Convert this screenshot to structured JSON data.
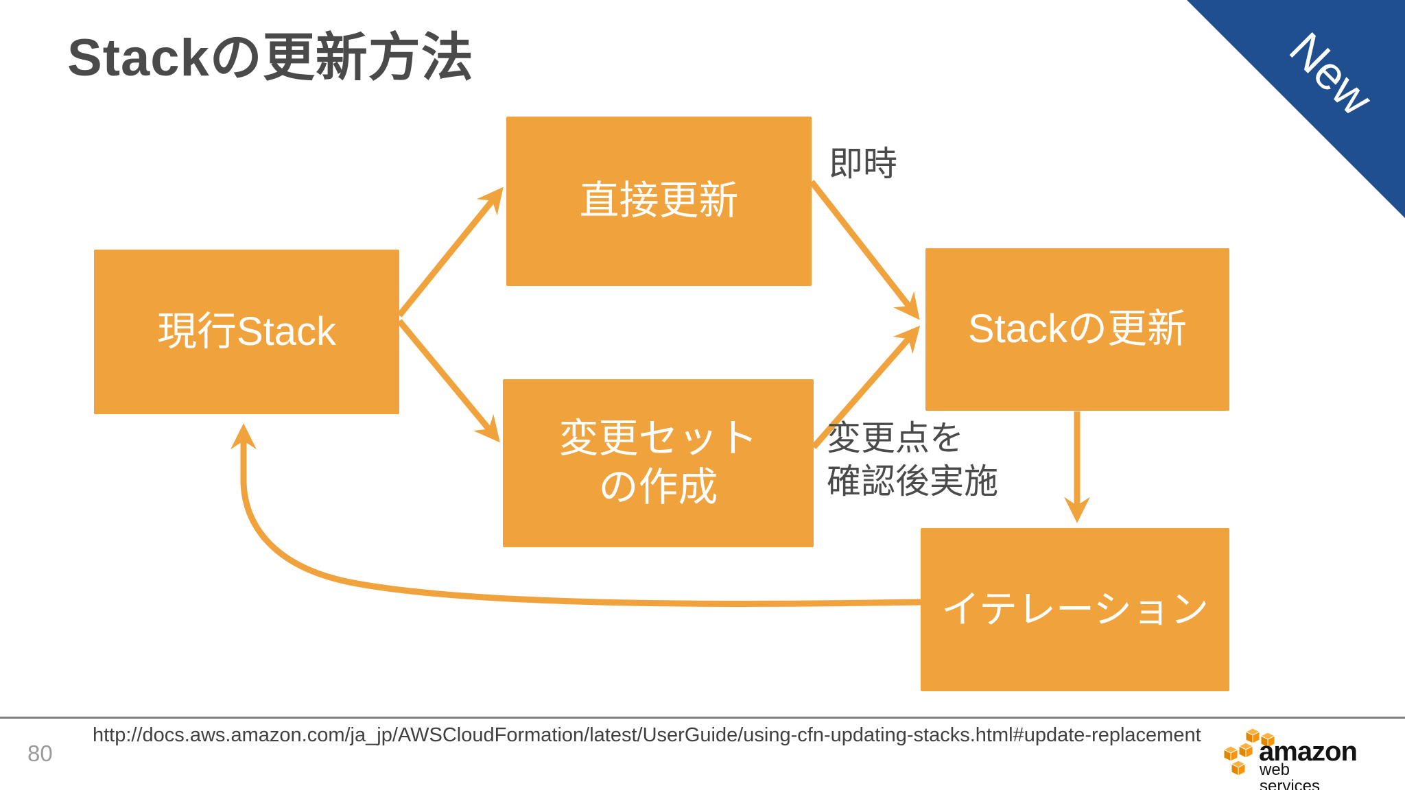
{
  "slide": {
    "title": "Stackの更新方法",
    "page_number": "80",
    "source_url": "http://docs.aws.amazon.com/ja_jp/AWSCloudFormation/latest/UserGuide/using-cfn-updating-stacks.html#update-replacement"
  },
  "ribbon": {
    "label": "New",
    "color": "#1f4f8f"
  },
  "colors": {
    "accent_orange": "#f0a23c",
    "title_gray": "#4a4a4a",
    "ribbon_blue": "#1f4f8f"
  },
  "diagram": {
    "nodes": [
      {
        "id": "current-stack",
        "label": "現行Stack"
      },
      {
        "id": "direct-update",
        "label": "直接更新"
      },
      {
        "id": "change-set",
        "label": "変更セット\nの作成"
      },
      {
        "id": "stack-update",
        "label": "Stackの更新"
      },
      {
        "id": "iteration",
        "label": "イテレーション"
      }
    ],
    "edge_labels": [
      {
        "id": "immediate",
        "label": "即時"
      },
      {
        "id": "confirm",
        "label": "変更点を\n確認後実施"
      }
    ],
    "edges": [
      "current-stack → direct-update",
      "current-stack → change-set",
      "direct-update → stack-update (即時)",
      "change-set → stack-update (変更点を確認後実施)",
      "stack-update → iteration",
      "iteration → current-stack (feedback loop)"
    ]
  },
  "logo": {
    "brand": "amazon",
    "sub": "web services"
  }
}
